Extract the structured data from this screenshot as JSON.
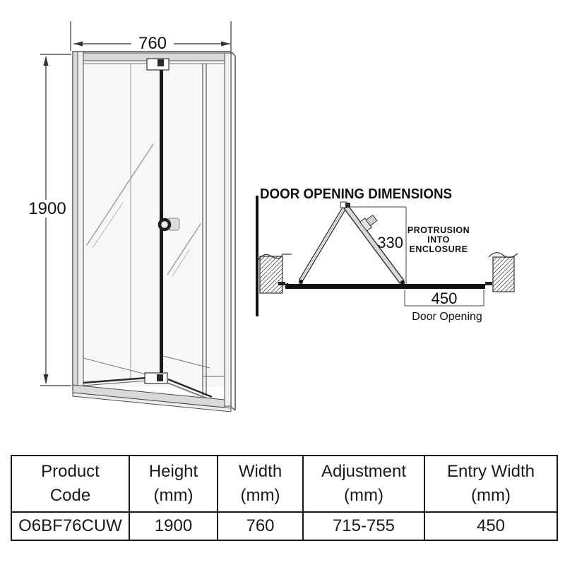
{
  "front_view": {
    "width_label": "760",
    "height_label": "1900"
  },
  "opening_diagram": {
    "title": "DOOR OPENING DIMENSIONS",
    "protrusion_value": "330",
    "protrusion_note": {
      "line1": "PROTRUSION",
      "line2": "INTO",
      "line3": "ENCLOSURE"
    },
    "opening_value": "450",
    "opening_caption": "Door Opening"
  },
  "spec_table": {
    "columns": [
      {
        "line1": "Product",
        "line2": "Code"
      },
      {
        "line1": "Height",
        "line2": "(mm)"
      },
      {
        "line1": "Width",
        "line2": "(mm)"
      },
      {
        "line1": "Adjustment",
        "line2": "(mm)"
      },
      {
        "line1": "Entry Width",
        "line2": "(mm)"
      }
    ],
    "row": {
      "product_code": "O6BF76CUW",
      "height": "1900",
      "width": "760",
      "adjustment": "715-755",
      "entry_width": "450"
    }
  },
  "colors": {
    "line": "#444444",
    "frame_gray": "#d9d9d9",
    "glass": "#f7f7f7",
    "track_black": "#111111",
    "panel_gray": "#d8d8d8"
  }
}
